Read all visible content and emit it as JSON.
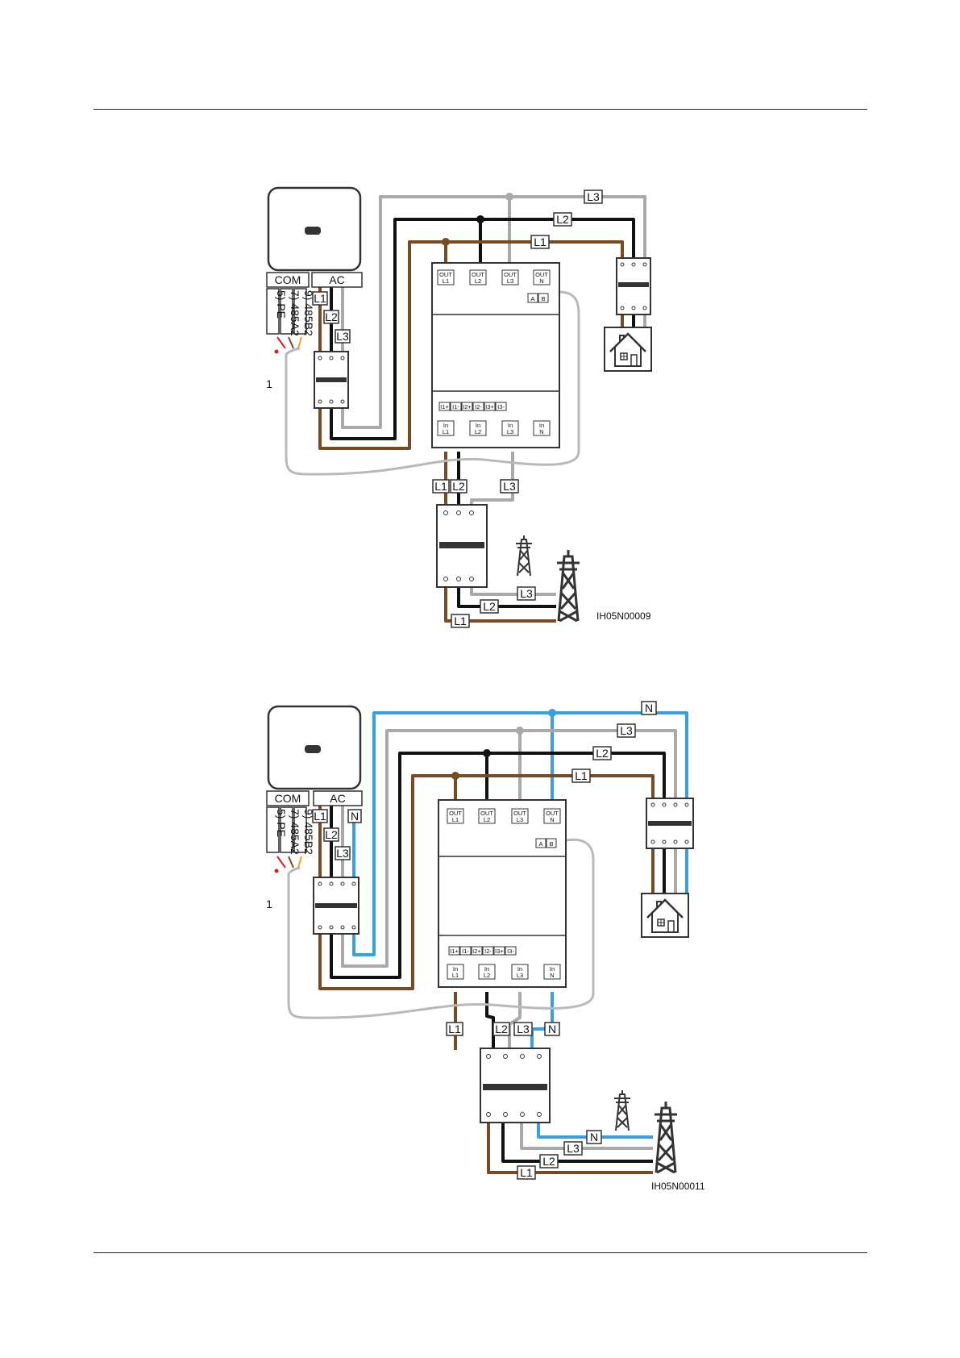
{
  "colors": {
    "L1": "#7a4a22",
    "L2": "#111111",
    "L3": "#a9a9a9",
    "N": "#3aa0dc",
    "PE": "#d42020",
    "rs485": "#e6a520"
  },
  "diagram1": {
    "code": "IH05N00009",
    "com": "COM",
    "ac": "AC",
    "pins": [
      "5) PE",
      "7) 485A2",
      "9) 485B2"
    ],
    "callout": "1",
    "wires": [
      "L1",
      "L2",
      "L3",
      "L1",
      "L2",
      "L3",
      "L1",
      "L2",
      "L3",
      "L1",
      "L2",
      "L3"
    ],
    "meter_out": [
      [
        "OUT",
        "L1"
      ],
      [
        "OUT",
        "L2"
      ],
      [
        "OUT",
        "L3"
      ],
      [
        "OUT",
        "N"
      ]
    ],
    "meter_in": [
      [
        "In",
        "L1"
      ],
      [
        "In",
        "L2"
      ],
      [
        "In",
        "L3"
      ],
      [
        "In",
        "N"
      ]
    ],
    "ct": [
      "I1+",
      "I1-",
      "I2+",
      "I2-",
      "I3+",
      "I3-"
    ],
    "ab": [
      "A",
      "B"
    ]
  },
  "diagram2": {
    "code": "IH05N00011",
    "com": "COM",
    "ac": "AC",
    "pins": [
      "5) PE",
      "7) 485A2",
      "9) 485B2"
    ],
    "callout": "1",
    "wires": [
      "L1",
      "L2",
      "L3",
      "N",
      "N",
      "L3",
      "L2",
      "L1",
      "L1",
      "L2",
      "L3",
      "N",
      "N",
      "L3",
      "L2",
      "L1"
    ],
    "meter_out": [
      [
        "OUT",
        "L1"
      ],
      [
        "OUT",
        "L2"
      ],
      [
        "OUT",
        "L3"
      ],
      [
        "OUT",
        "N"
      ]
    ],
    "meter_in": [
      [
        "In",
        "L1"
      ],
      [
        "In",
        "L2"
      ],
      [
        "In",
        "L3"
      ],
      [
        "In",
        "N"
      ]
    ],
    "ct": [
      "I1+",
      "I1-",
      "I2+",
      "I2-",
      "I3+",
      "I3-"
    ],
    "ab": [
      "A",
      "B"
    ]
  }
}
